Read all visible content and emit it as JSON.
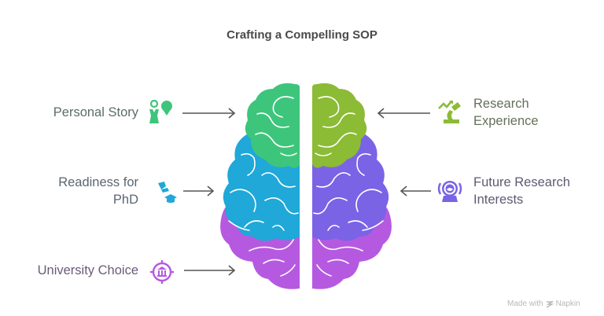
{
  "title": "Crafting a Compelling SOP",
  "colors": {
    "green": "#3ec57c",
    "lime": "#8cbb35",
    "blue": "#1fa8d8",
    "indigo": "#7b63e6",
    "purple": "#b55ae0",
    "arrow": "#555555",
    "title": "#4a4a4a"
  },
  "items": [
    {
      "label_line1": "Personal Story",
      "label_line2": "",
      "side": "left",
      "icon": "people-idea-icon",
      "color": "#5b6e67"
    },
    {
      "label_line1": "Readiness for",
      "label_line2": "PhD",
      "side": "left",
      "icon": "graduation-cap-icon",
      "color": "#5a6670"
    },
    {
      "label_line1": "University Choice",
      "label_line2": "",
      "side": "left",
      "icon": "university-target-icon",
      "color": "#6a5a78"
    },
    {
      "label_line1": "Research",
      "label_line2": "Experience",
      "side": "right",
      "icon": "microscope-growth-icon",
      "color": "#64705a"
    },
    {
      "label_line1": "Future Research",
      "label_line2": "Interests",
      "side": "right",
      "icon": "webcam-icon",
      "color": "#5e5a72"
    }
  ],
  "credit": {
    "prefix": "Made with",
    "brand": "Napkin"
  }
}
